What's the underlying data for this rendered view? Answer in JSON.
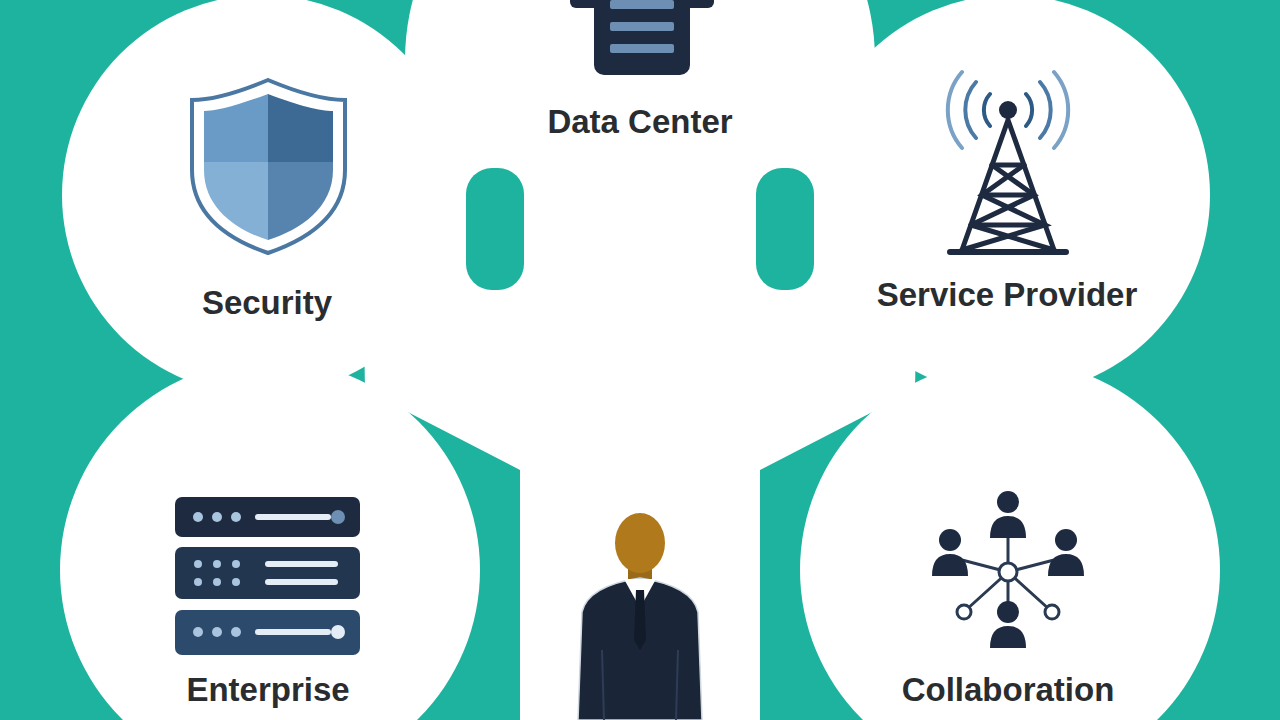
{
  "diagram": {
    "nodes": [
      {
        "text": [
          "Data Center"
        ]
      },
      {
        "text": [
          "Security"
        ]
      },
      {
        "text": [
          "Service Provider"
        ]
      },
      {
        "text": [
          "Enterprise"
        ]
      },
      {
        "text": [
          "Collaboration"
        ]
      }
    ]
  }
}
